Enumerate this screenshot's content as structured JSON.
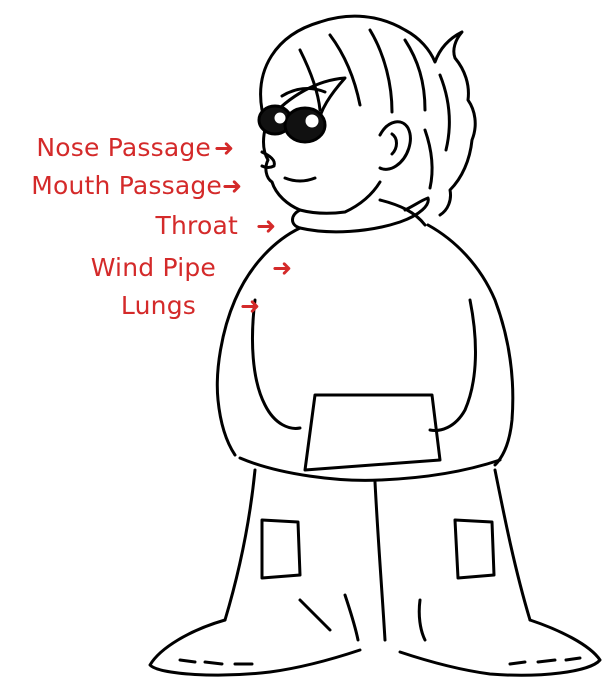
{
  "labels": {
    "nose": "Nose Passage",
    "mouth": "Mouth Passage",
    "throat": "Throat",
    "wind_pipe": "Wind Pipe",
    "lungs": "Lungs"
  },
  "arrow_glyph": "➜",
  "colors": {
    "label": "#d42a2a",
    "outline": "#000000",
    "background": "#ffffff"
  }
}
